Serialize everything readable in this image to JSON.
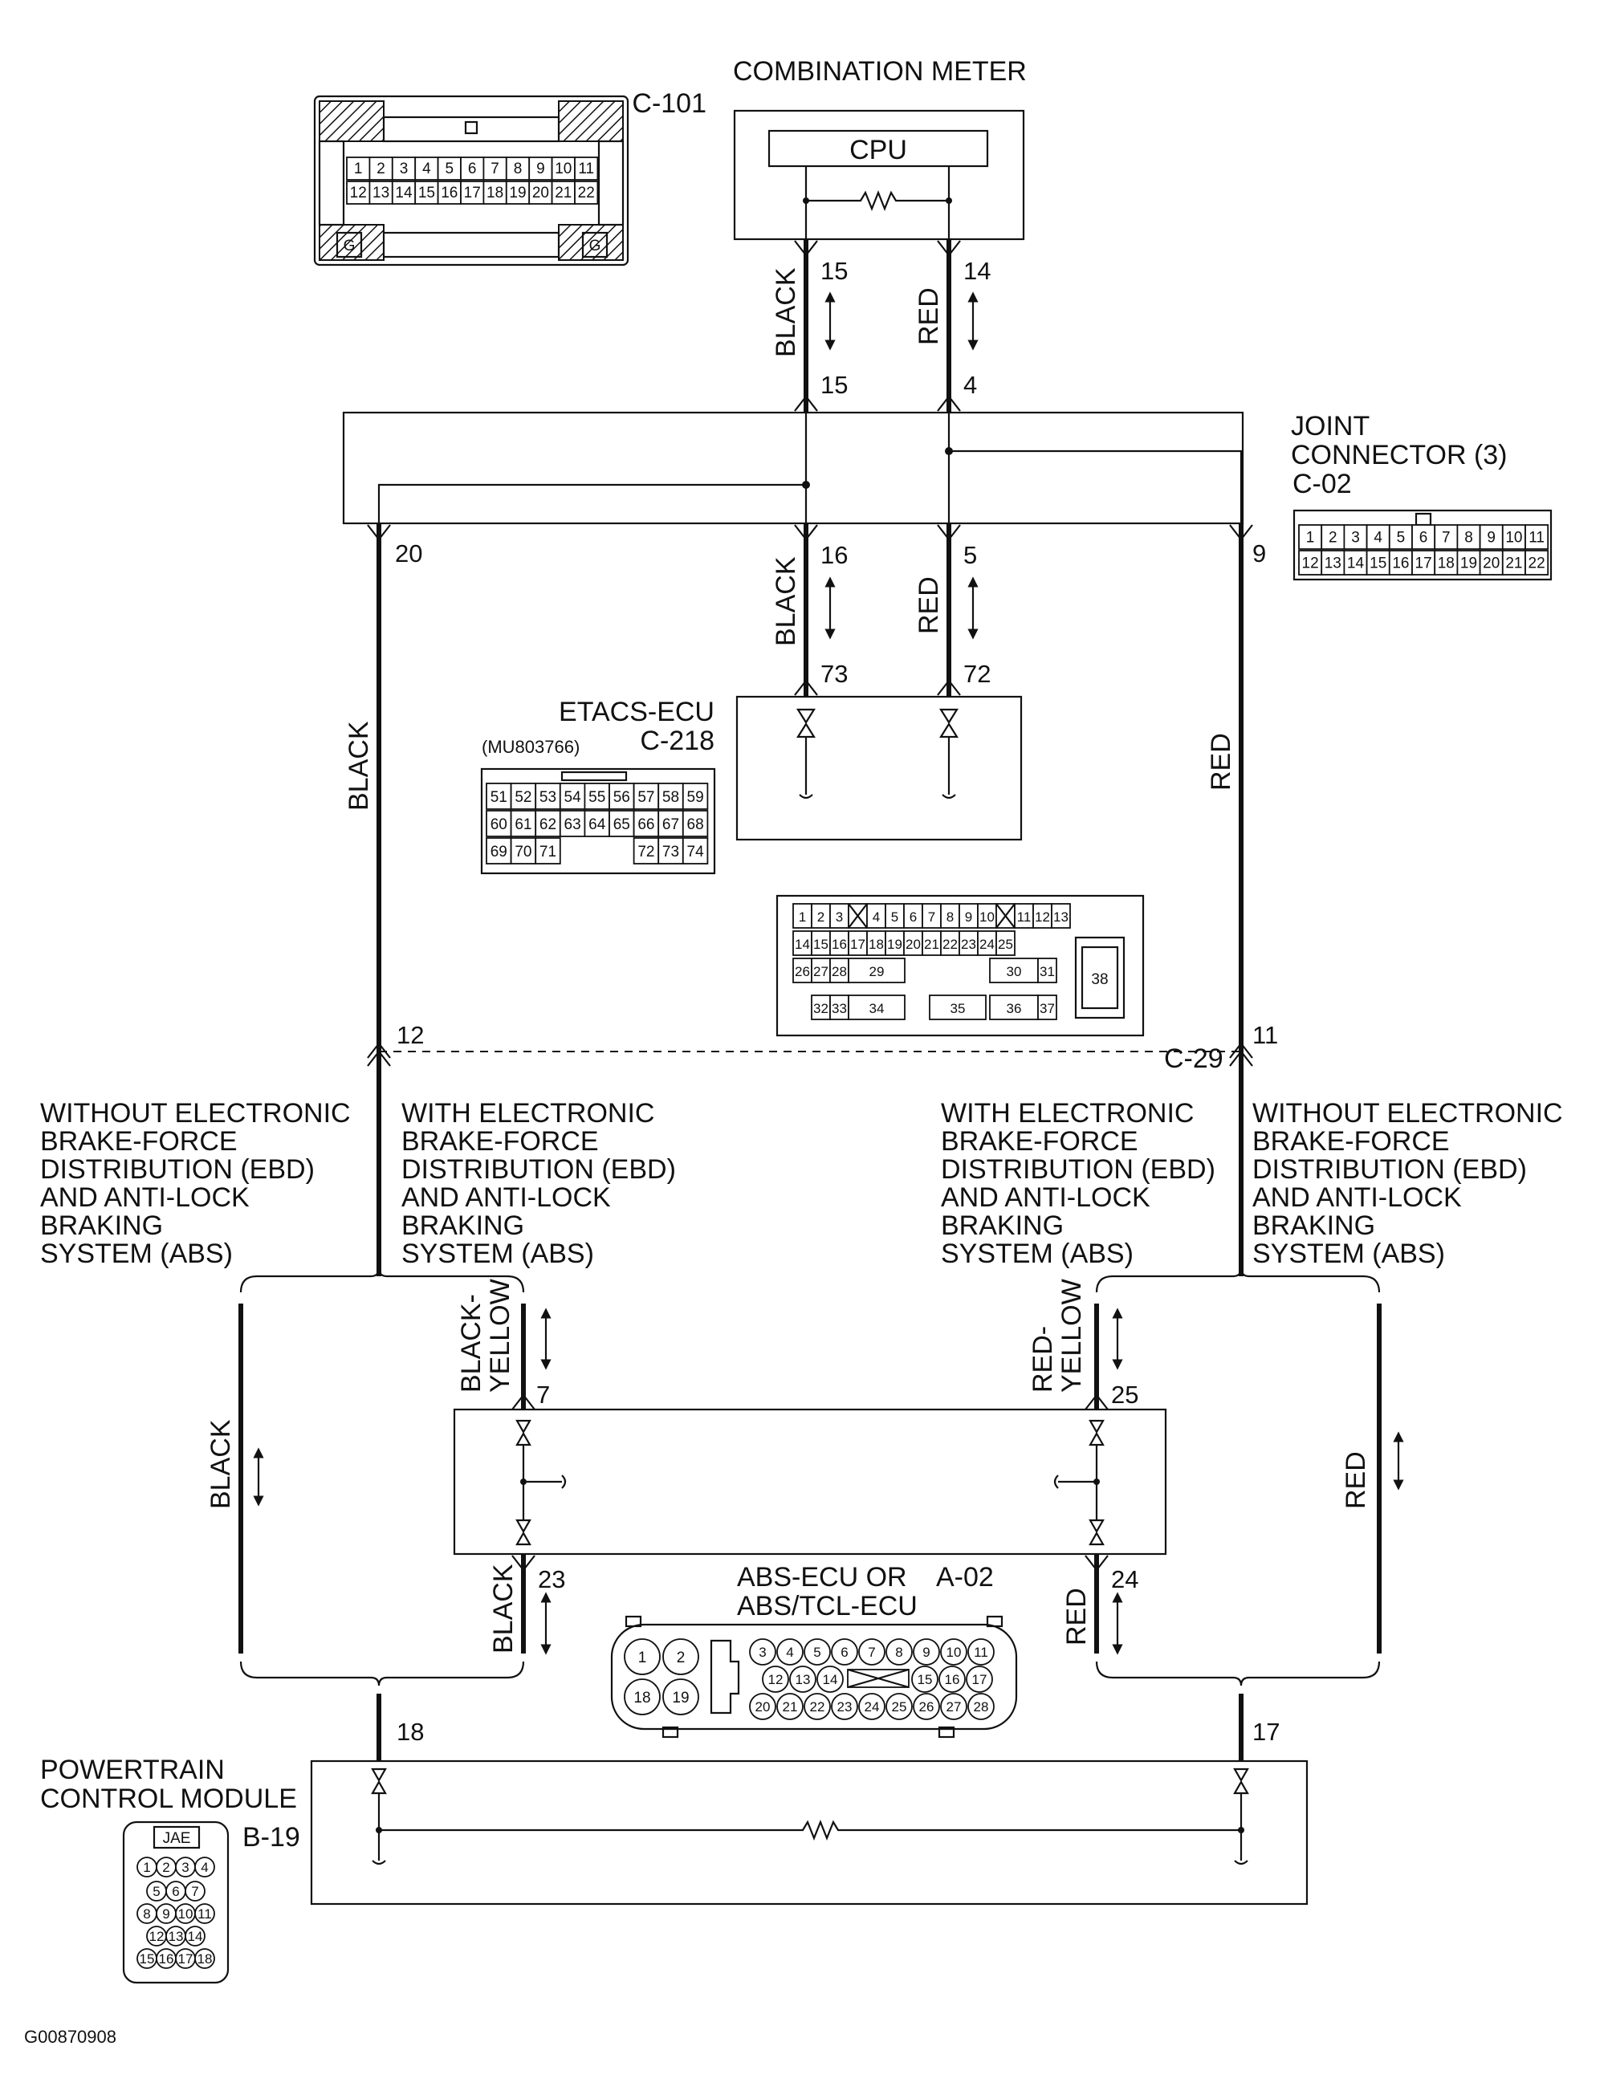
{
  "components": {
    "combination_meter": {
      "title": "COMBINATION METER",
      "connector": "C-101",
      "cpu": "CPU"
    },
    "joint_connector": {
      "title_line1": "JOINT",
      "title_line2": "CONNECTOR (3)",
      "connector": "C-02"
    },
    "etacs": {
      "title": "ETACS-ECU",
      "connector": "C-218",
      "part_number": "(MU803766)"
    },
    "c29": {
      "connector": "C-29"
    },
    "abs": {
      "title_line1": "ABS-ECU OR",
      "title_line2": "ABS/TCL-ECU",
      "connector": "A-02"
    },
    "pcm": {
      "title_line1": "POWERTRAIN",
      "title_line2": "CONTROL MODULE",
      "connector": "B-19",
      "brand": "JAE"
    }
  },
  "wire_colors": {
    "black": "BLACK",
    "red": "RED",
    "black_yellow_1": "BLACK-",
    "black_yellow_2": "YELLOW",
    "red_yellow_1": "RED-",
    "red_yellow_2": "YELLOW"
  },
  "pins": {
    "meter_black": "15",
    "meter_red": "14",
    "jc_black_in": "15",
    "jc_red_in": "4",
    "jc_black_out": "16",
    "jc_red_out": "5",
    "jc_left": "20",
    "jc_right": "9",
    "etacs_black": "73",
    "etacs_red": "72",
    "c29_left": "12",
    "c29_right": "11",
    "abs_black_in": "7",
    "abs_red_in": "25",
    "abs_black_out": "23",
    "abs_red_out": "24",
    "pcm_left": "18",
    "pcm_right": "17"
  },
  "variants": {
    "without_left": [
      "WITHOUT ELECTRONIC",
      "BRAKE-FORCE",
      "DISTRIBUTION (EBD)",
      "AND ANTI-LOCK",
      "BRAKING",
      "SYSTEM (ABS)"
    ],
    "with_left": [
      "WITH ELECTRONIC",
      "BRAKE-FORCE",
      "DISTRIBUTION (EBD)",
      "AND ANTI-LOCK",
      "BRAKING",
      "SYSTEM (ABS)"
    ],
    "with_right": [
      "WITH ELECTRONIC",
      "BRAKE-FORCE",
      "DISTRIBUTION (EBD)",
      "AND ANTI-LOCK",
      "BRAKING",
      "SYSTEM (ABS)"
    ],
    "without_right": [
      "WITHOUT ELECTRONIC",
      "BRAKE-FORCE",
      "DISTRIBUTION (EBD)",
      "AND ANTI-LOCK",
      "BRAKING",
      "SYSTEM (ABS)"
    ]
  },
  "connector_faces": {
    "c101": {
      "row1": [
        "1",
        "2",
        "3",
        "4",
        "5",
        "6",
        "7",
        "8",
        "9",
        "10",
        "11"
      ],
      "row2": [
        "12",
        "13",
        "14",
        "15",
        "16",
        "17",
        "18",
        "19",
        "20",
        "21",
        "22"
      ],
      "ground": "G"
    },
    "c02": {
      "row1": [
        "1",
        "2",
        "3",
        "4",
        "5",
        "6",
        "7",
        "8",
        "9",
        "10",
        "11"
      ],
      "row2": [
        "12",
        "13",
        "14",
        "15",
        "16",
        "17",
        "18",
        "19",
        "20",
        "21",
        "22"
      ]
    },
    "c218": {
      "row1": [
        "51",
        "52",
        "53",
        "54",
        "55",
        "56",
        "57",
        "58",
        "59"
      ],
      "row2": [
        "60",
        "61",
        "62",
        "63",
        "64",
        "65",
        "66",
        "67",
        "68"
      ],
      "row3": [
        "69",
        "70",
        "71",
        "72",
        "73",
        "74"
      ]
    },
    "c29": {
      "row1": [
        "1",
        "2",
        "3",
        "4",
        "5",
        "6",
        "7",
        "8",
        "9",
        "10",
        "11",
        "12",
        "13"
      ],
      "row2": [
        "14",
        "15",
        "16",
        "17",
        "18",
        "19",
        "20",
        "21",
        "22",
        "23",
        "24",
        "25"
      ],
      "row3": [
        "26",
        "27",
        "28",
        "29",
        "30",
        "31"
      ],
      "row4": [
        "32",
        "33",
        "34",
        "35",
        "36",
        "37"
      ],
      "big": "38"
    },
    "a02": {
      "big": [
        "1",
        "2",
        "18",
        "19"
      ],
      "row1": [
        "3",
        "4",
        "5",
        "6",
        "7",
        "8",
        "9",
        "10",
        "11"
      ],
      "row2": [
        "12",
        "13",
        "14",
        "15",
        "16",
        "17"
      ],
      "row3": [
        "20",
        "21",
        "22",
        "23",
        "24",
        "25",
        "26",
        "27",
        "28"
      ]
    },
    "b19": {
      "rows": [
        [
          "1",
          "2",
          "3",
          "4"
        ],
        [
          "5",
          "6",
          "7"
        ],
        [
          "8",
          "9",
          "10",
          "11"
        ],
        [
          "12",
          "13",
          "14"
        ],
        [
          "15",
          "16",
          "17",
          "18"
        ]
      ]
    }
  },
  "figure_id": "G00870908"
}
